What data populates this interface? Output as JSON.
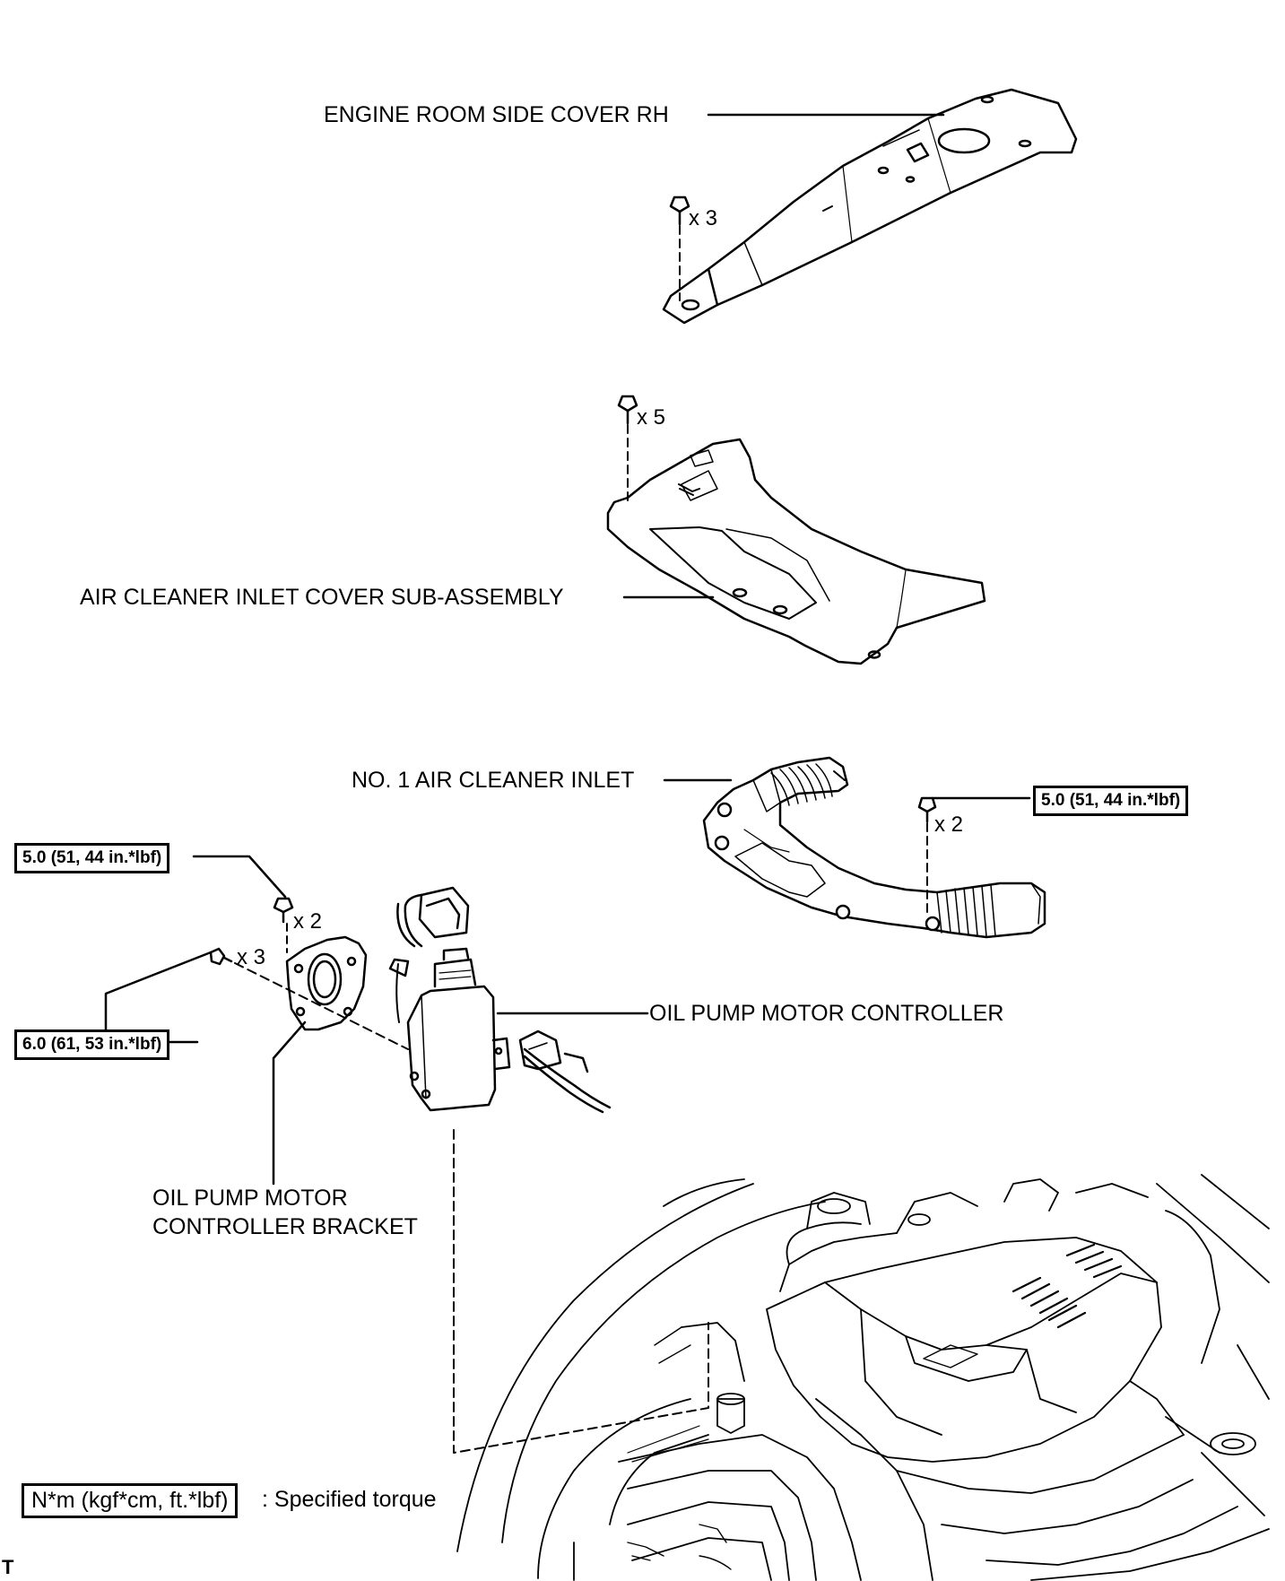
{
  "labels": {
    "engine_room_side_cover": "ENGINE ROOM SIDE COVER RH",
    "air_cleaner_inlet_cover": "AIR CLEANER INLET COVER SUB-ASSEMBLY",
    "no1_air_cleaner_inlet": "NO. 1 AIR CLEANER INLET",
    "oil_pump_motor_controller": "OIL PUMP MOTOR CONTROLLER",
    "bracket_line1": "OIL PUMP MOTOR",
    "bracket_line2": "CONTROLLER BRACKET"
  },
  "quantities": {
    "side_cover_clips": "x 3",
    "inlet_cover_clips": "x 5",
    "inlet_bolts": "x 2",
    "bracket_bolts_top": "x 2",
    "bracket_bolts_side": "x 3"
  },
  "torques": {
    "inlet_bolt": "5.0 (51, 44 in.*lbf)",
    "bracket_top_bolt": "5.0 (51, 44 in.*lbf)",
    "bracket_side_bolt": "6.0 (61, 53 in.*lbf)"
  },
  "legend": {
    "unit_box": "N*m (kgf*cm, ft.*lbf)",
    "description": ": Specified torque"
  },
  "corner_mark": "T"
}
